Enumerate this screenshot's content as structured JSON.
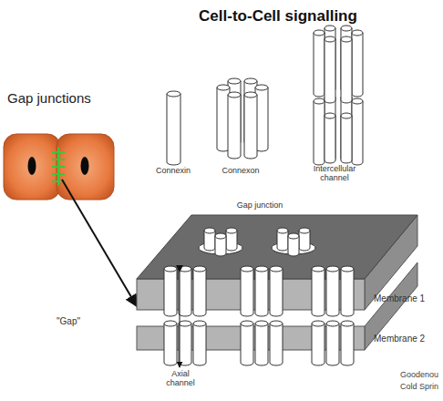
{
  "diagram": {
    "title": "Cell-to-Cell signalling",
    "labels": [
      "Gap junctions",
      "Connexin",
      "Connexon",
      "Intercellular channel",
      "Gap junction",
      "Membrane 1",
      "\"Gap\"",
      "Membrane 2",
      "Axial channel",
      "Goodenou",
      "Cold Sprin"
    ]
  }
}
